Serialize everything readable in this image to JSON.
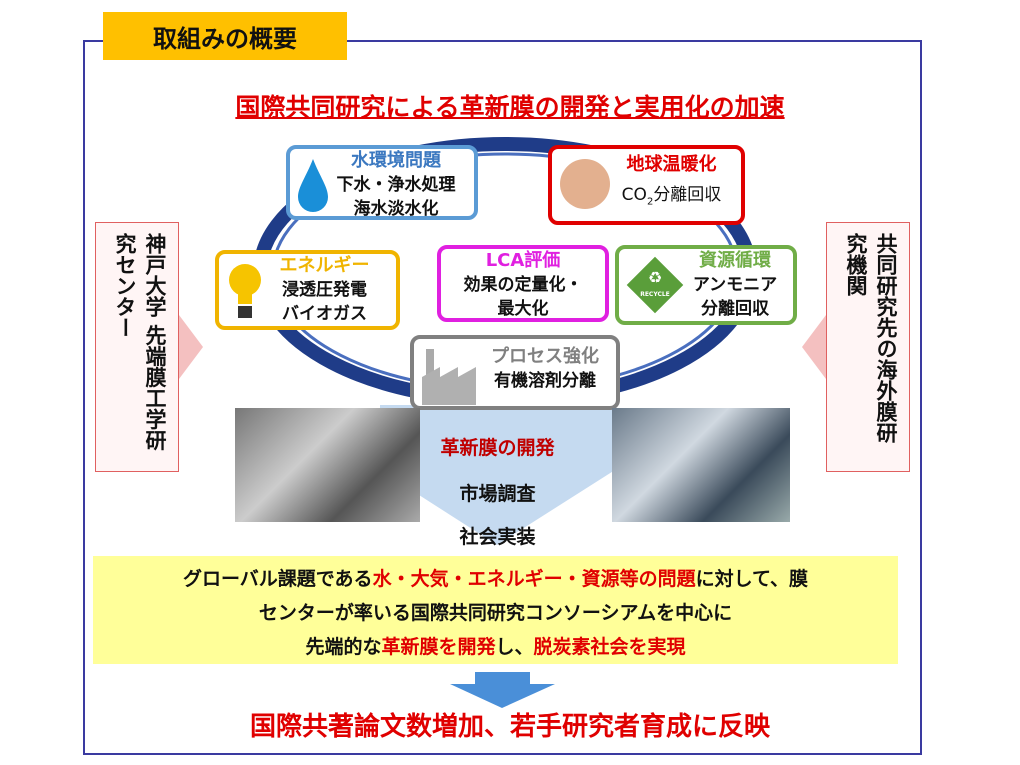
{
  "tab_title": "取組みの概要",
  "heading": "国際共同研究による革新膜の開発と実用化の加速",
  "left_org": "神戸大学 先端膜工学研究センター",
  "right_org": "共同研究先の海外膜研究機関",
  "boxes": {
    "water": {
      "title": "水環境問題",
      "l1": "下水・浄水処理",
      "l2": "海水淡水化"
    },
    "warming": {
      "title": "地球温暖化",
      "l1a": "CO",
      "l1sub": "2",
      "l1b": "分離回収"
    },
    "energy": {
      "title": "エネルギー",
      "l1": "浸透圧発電",
      "l2": "バイオガス"
    },
    "lca": {
      "title": "LCA評価",
      "l1": "効果の定量化・",
      "l2": "最大化"
    },
    "resource": {
      "title": "資源循環",
      "l1": "アンモニア",
      "l2": "分離回収",
      "badge": "RECYCLE"
    },
    "process": {
      "title": "プロセス強化",
      "l1": "有機溶剤分離"
    }
  },
  "flow": [
    "革新膜の開発",
    "市場調査",
    "社会実装"
  ],
  "summary": {
    "l1a": "グローバル課題である",
    "l1b": "水・大気・エネルギー・資源等の問題",
    "l1c": "に対して、膜",
    "l2": "センターが率いる国際共同研究コンソーシアムを中心に",
    "l3a": "先端的な",
    "l3b": "革新膜を開発",
    "l3c": "し、",
    "l3d": "脱炭素社会を実現"
  },
  "result": "国際共著論文数増加、若手研究者育成に反映",
  "colors": {
    "frame": "#3a3aa0",
    "tab": "#ffc000",
    "red": "#e00000",
    "water": "#5b9bd5",
    "warming": "#e00000",
    "energy": "#f0b400",
    "lca": "#e020e0",
    "resource": "#70ad47",
    "process": "#808080"
  }
}
